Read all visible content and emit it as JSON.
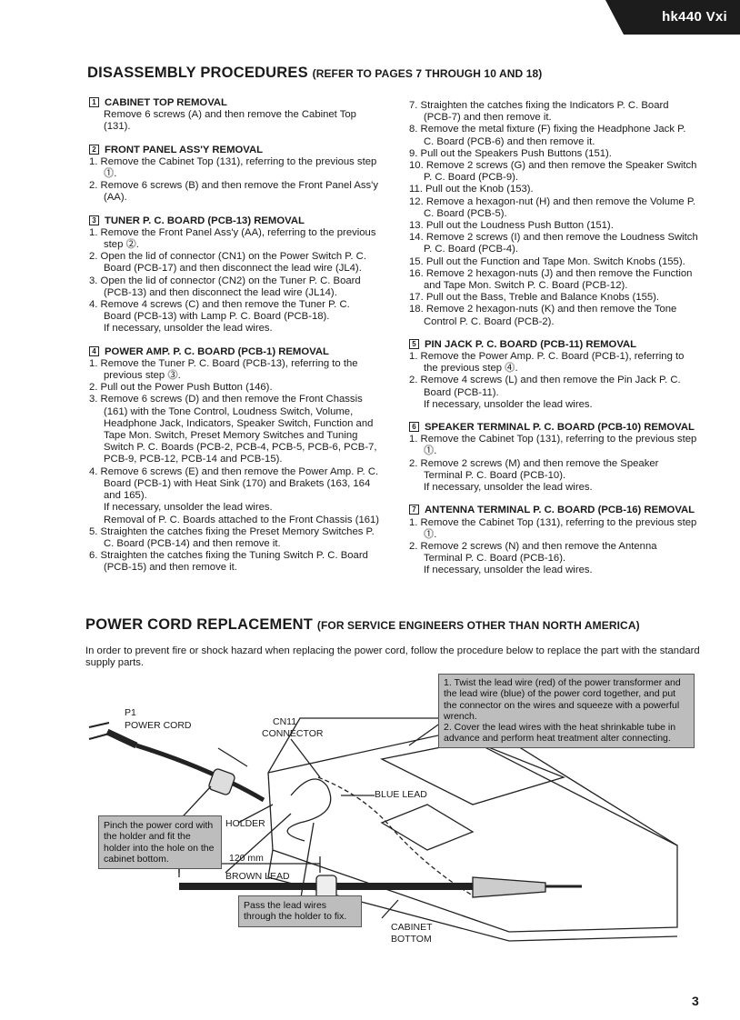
{
  "header": {
    "model": "hk440 Vxi"
  },
  "title": {
    "main": "DISASSEMBLY PROCEDURES",
    "sub": "(REFER TO PAGES 7 THROUGH 10 AND 18)"
  },
  "left_column": {
    "s1": {
      "num": "1",
      "title": "CABINET TOP REMOVAL",
      "text": "Remove 6 screws (A) and then remove the Cabinet Top (131)."
    },
    "s2": {
      "num": "2",
      "title": "FRONT PANEL ASS'Y REMOVAL",
      "items": [
        "1. Remove the Cabinet Top (131), referring to the previous step ⓵.",
        "2. Remove 6 screws (B) and then remove the Front Panel Ass'y (AA)."
      ]
    },
    "s3": {
      "num": "3",
      "title": "TUNER P. C. BOARD (PCB-13) REMOVAL",
      "items": [
        "1. Remove the Front Panel Ass'y (AA), referring to the previous step ⓶.",
        "2. Open the lid of connector (CN1) on the Power Switch P. C. Board (PCB-17) and then disconnect the lead wire (JL4).",
        "3. Open the lid of connector (CN2) on the Tuner P. C. Board (PCB-13) and then disconnect the lead wire (JL14).",
        "4. Remove 4 screws (C) and then remove the Tuner P. C. Board (PCB-13) with Lamp P. C. Board (PCB-18)."
      ],
      "note": "If necessary, unsolder the lead wires."
    },
    "s4": {
      "num": "4",
      "title": "POWER AMP. P. C. BOARD (PCB-1) REMOVAL",
      "items": [
        "1. Remove the Tuner P. C. Board (PCB-13), referring to the previous step ⓷.",
        "2. Pull out the Power Push Button (146).",
        "3. Remove 6 screws (D) and then remove the Front Chassis (161) with the Tone Control, Loudness Switch, Volume, Headphone Jack, Indicators, Speaker Switch, Function and Tape Mon. Switch, Preset Memory Switches and Tuning Switch P. C. Boards (PCB-2, PCB-4, PCB-5, PCB-6, PCB-7, PCB-9, PCB-12, PCB-14 and PCB-15).",
        "4. Remove 6 screws (E) and then remove the Power Amp. P. C. Board (PCB-1) with Heat Sink (170) and Brakets (163, 164 and 165)."
      ],
      "note1": "If necessary, unsolder the lead wires.",
      "note2": "Removal of P. C. Boards attached to the Front Chassis (161)",
      "items2": [
        "5. Straighten the catches fixing the Preset Memory Switches P. C. Board (PCB-14) and then remove it.",
        "6. Straighten the catches fixing the Tuning Switch P. C. Board (PCB-15) and then remove it."
      ]
    }
  },
  "right_column": {
    "items": [
      "7. Straighten the catches fixing the Indicators P. C. Board (PCB-7) and then remove it.",
      "8. Remove the metal fixture (F) fixing the Headphone Jack P. C. Board (PCB-6) and then remove it.",
      "9. Pull out the Speakers Push Buttons (151).",
      "10. Remove 2 screws (G) and then remove the Speaker Switch P. C. Board (PCB-9).",
      "11. Pull out the Knob (153).",
      "12. Remove a hexagon-nut (H) and then remove the Volume P. C. Board (PCB-5).",
      "13. Pull out the Loudness Push Button (151).",
      "14. Remove 2 screws (I) and then remove the Loudness Switch P. C. Board (PCB-4).",
      "15. Pull out the Function and Tape Mon. Switch Knobs (155).",
      "16. Remove 2 hexagon-nuts (J) and then remove the Function and Tape Mon. Switch P. C. Board (PCB-12).",
      "17. Pull out the Bass, Treble and Balance Knobs (155).",
      "18. Remove 2 hexagon-nuts (K) and then remove the Tone Control P. C. Board (PCB-2)."
    ],
    "s5": {
      "num": "5",
      "title": "PIN JACK P. C. BOARD (PCB-11) REMOVAL",
      "items": [
        "1. Remove the Power Amp. P. C. Board (PCB-1), referring to the previous step ⓸.",
        "2. Remove 4 screws (L) and then remove the Pin Jack P. C. Board (PCB-11)."
      ],
      "note": "If necessary, unsolder the lead wires."
    },
    "s6": {
      "num": "6",
      "title": "SPEAKER TERMINAL P. C. BOARD (PCB-10) REMOVAL",
      "items": [
        "1. Remove the Cabinet Top (131), referring to the previous step ⓵.",
        "2. Remove 2 screws (M) and then remove the Speaker Terminal P. C. Board (PCB-10)."
      ],
      "note": "If necessary, unsolder the lead wires."
    },
    "s7": {
      "num": "7",
      "title": "ANTENNA TERMINAL P. C. BOARD (PCB-16) REMOVAL",
      "items": [
        "1. Remove the Cabinet Top (131), referring to the previous step ⓵.",
        "2. Remove 2 screws (N) and then remove the Antenna Terminal P. C. Board (PCB-16)."
      ],
      "note": "If necessary, unsolder the lead wires."
    }
  },
  "power_cord": {
    "title": "POWER CORD REPLACEMENT",
    "sub": "(FOR SERVICE ENGINEERS OTHER THAN NORTH AMERICA)",
    "intro": "In order to prevent fire or shock hazard when replacing the power cord, follow the procedure below to replace the part with the standard supply parts."
  },
  "diagram": {
    "note_top": [
      "1. Twist the lead wire (red) of the power transformer and the lead wire (blue) of the power cord together, and put the connector on the wires and squeeze with a powerful wrench.",
      "2. Cover the lead wires with the heat shrinkable tube in advance and perform heat treatment alter connecting."
    ],
    "note_left": "Pinch the power cord with the holder and fit the holder into the hole on the cabinet bottom.",
    "note_bottom": "Pass the lead wires through the holder to fix.",
    "label_p1": "P1",
    "label_power_cord": "POWER CORD",
    "label_cn11": "CN11",
    "label_connector": "CONNECTOR",
    "label_blue_lead": "BLUE LEAD",
    "label_holder": "HOLDER",
    "label_brown_lead": "BROWN LEAD",
    "label_cabinet": "CABINET",
    "label_bottom": "BOTTOM",
    "label_length": "120 mm"
  },
  "page_number": "3"
}
